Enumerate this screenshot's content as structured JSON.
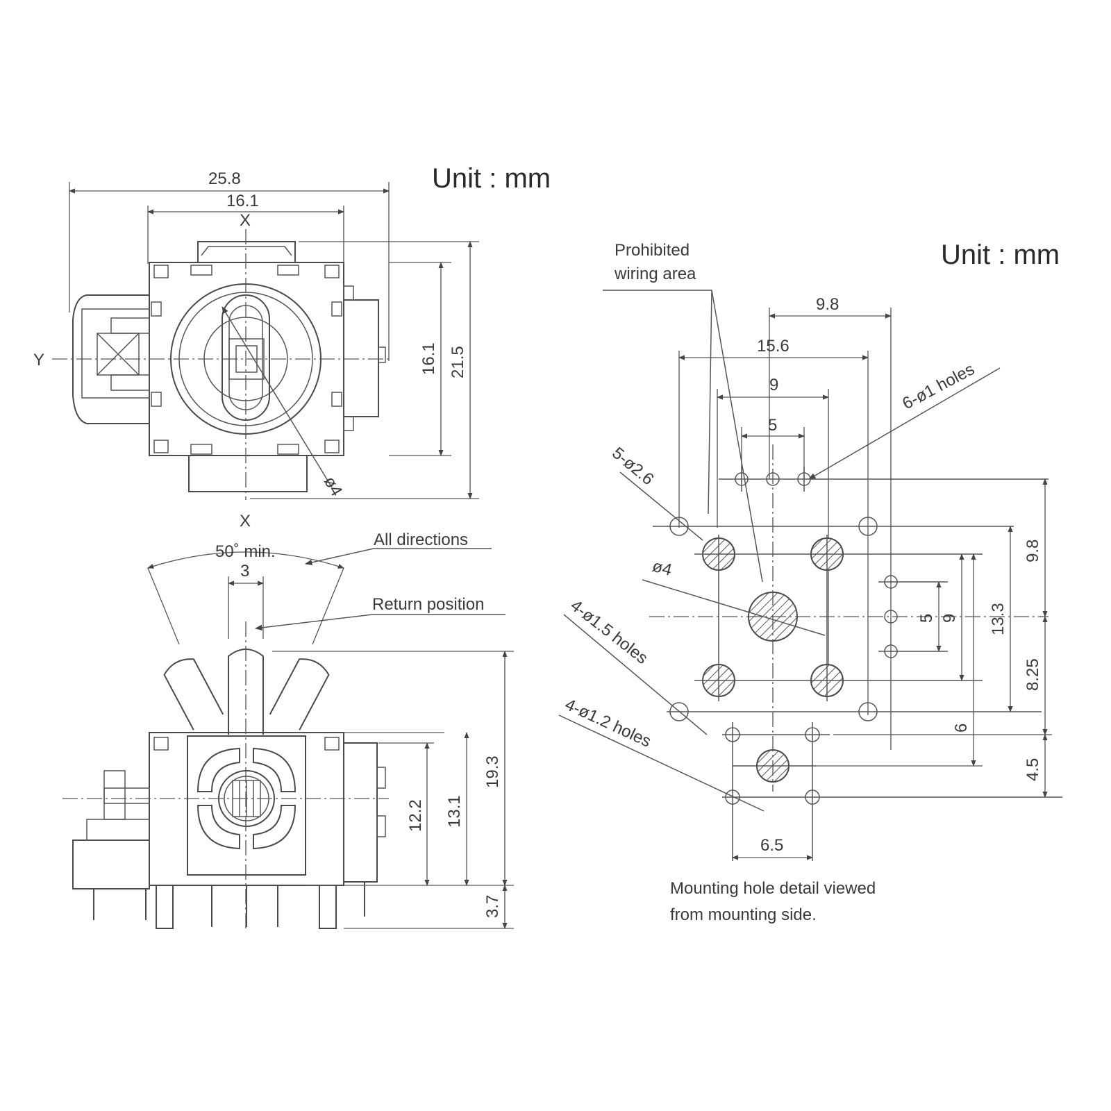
{
  "units": {
    "left": "Unit : mm",
    "right": "Unit : mm"
  },
  "top_view": {
    "width_overall": "25.8",
    "width_body": "16.1",
    "height_body": "16.1",
    "height_overall": "21.5",
    "axis_x_top": "X",
    "axis_x_bottom": "X",
    "axis_y": "Y",
    "stick_diameter": "ø4"
  },
  "side_view": {
    "angle_label": "50˚ min.",
    "stick_width": "3",
    "all_directions": "All directions",
    "return_position": "Return position",
    "height_12_2": "12.2",
    "height_13_1": "13.1",
    "height_19_3": "19.3",
    "pin_length": "3.7"
  },
  "hole_detail": {
    "prohibited_line1": "Prohibited",
    "prohibited_line2": "wiring area",
    "dim_9_8_top": "9.8",
    "dim_15_6": "15.6",
    "dim_9_top": "9",
    "dim_5_top": "5",
    "holes_6_phi1": "6-ø1 holes",
    "holes_5_phi2_6": "5-ø2.6",
    "hole_phi4": "ø4",
    "holes_4_phi1_5": "4-ø1.5 holes",
    "holes_4_phi1_2": "4-ø1.2 holes",
    "dim_5_right": "5",
    "dim_9_right": "9",
    "dim_13_3": "13.3",
    "dim_9_8_right": "9.8",
    "dim_8_25": "8.25",
    "dim_6": "6",
    "dim_4_5": "4.5",
    "dim_6_5": "6.5",
    "caption_line1": "Mounting hole detail viewed",
    "caption_line2": "from mounting side."
  }
}
